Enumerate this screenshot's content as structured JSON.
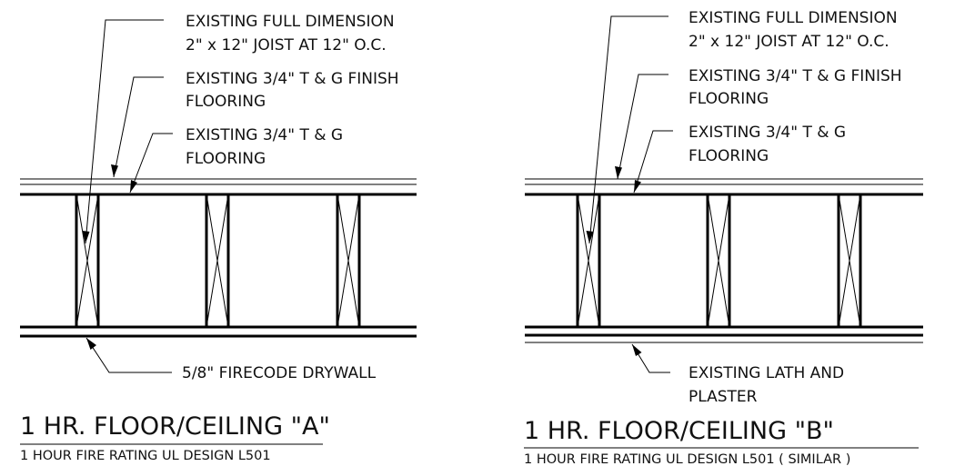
{
  "details": [
    {
      "title": "1 HR. FLOOR/CEILING  \"A\"",
      "subtitle": "1 HOUR FIRE RATING UL DESIGN L501",
      "notes": {
        "joist_line1": "EXISTING FULL DIMENSION",
        "joist_line2": "2\" x 12\" JOIST AT 12\" O.C.",
        "finish_line1": "EXISTING 3/4\" T & G FINISH",
        "finish_line2": "FLOORING",
        "floor_line1": "EXISTING 3/4\" T & G",
        "floor_line2": "FLOORING",
        "ceiling_line1": "5/8\" FIRECODE DRYWALL",
        "ceiling_line2": ""
      }
    },
    {
      "title": "1 HR. FLOOR/CEILING  \"B\"",
      "subtitle": "1 HOUR FIRE RATING UL DESIGN L501 ( SIMILAR )",
      "notes": {
        "joist_line1": "EXISTING FULL DIMENSION",
        "joist_line2": "2\" x 12\" JOIST AT 12\" O.C.",
        "finish_line1": "EXISTING 3/4\" T & G FINISH",
        "finish_line2": "FLOORING",
        "floor_line1": "EXISTING 3/4\" T & G",
        "floor_line2": "FLOORING",
        "ceiling_line1": "EXISTING LATH AND",
        "ceiling_line2": "PLASTER"
      }
    }
  ]
}
